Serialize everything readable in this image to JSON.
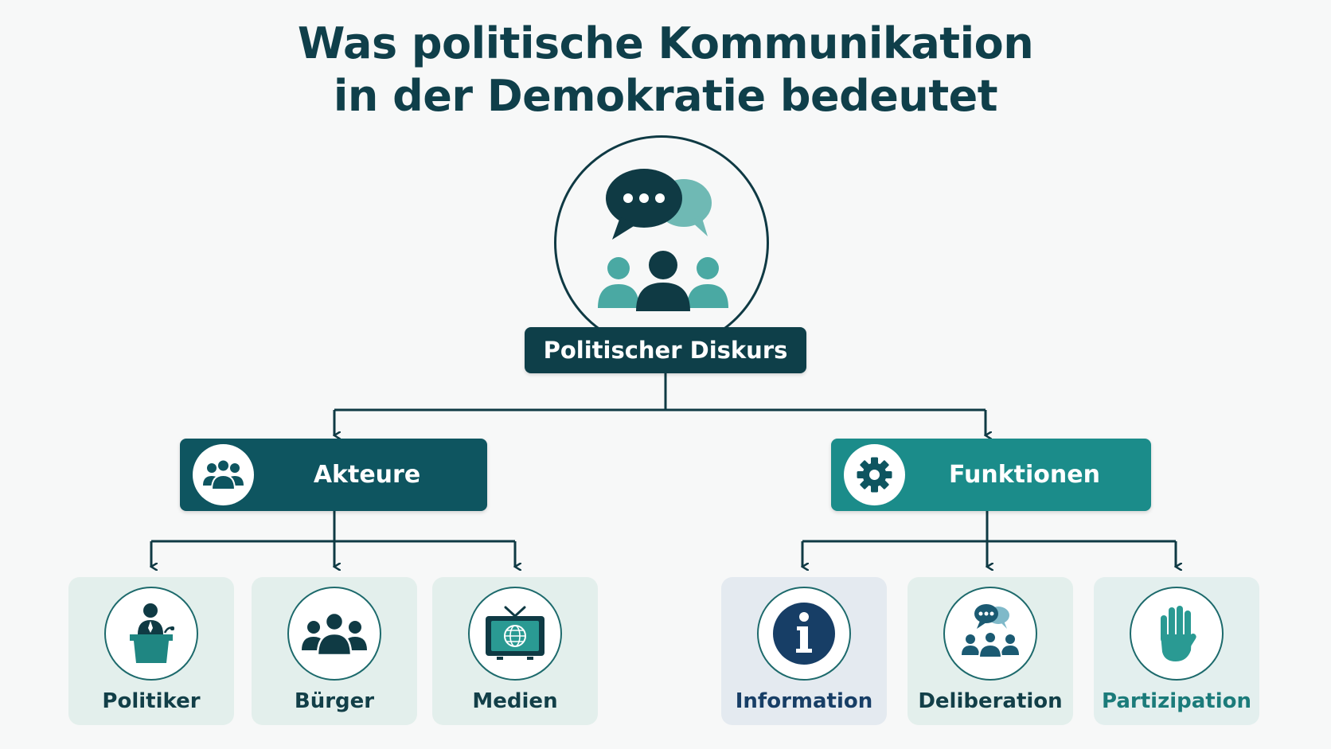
{
  "title": {
    "line1": "Was politische Kommunikation",
    "line2": "in der Demokratie bedeutet"
  },
  "root": {
    "label": "Politischer Diskurs",
    "icon": "speech-bubbles-and-people-icon"
  },
  "categories": [
    {
      "label": "Akteure",
      "icon": "group-icon",
      "color": "#0e5560",
      "children": [
        {
          "label": "Politiker",
          "icon": "speaker-podium-icon"
        },
        {
          "label": "Bürger",
          "icon": "citizens-group-icon"
        },
        {
          "label": "Medien",
          "icon": "tv-globe-icon"
        }
      ]
    },
    {
      "label": "Funktionen",
      "icon": "gear-icon",
      "color": "#1b8c8a",
      "children": [
        {
          "label": "Information",
          "icon": "info-icon"
        },
        {
          "label": "Deliberation",
          "icon": "discussion-icon"
        },
        {
          "label": "Partizipation",
          "icon": "raised-hand-icon"
        }
      ]
    }
  ],
  "colors": {
    "dark_navy": "#0e3f49",
    "dark_teal": "#0e5560",
    "teal": "#1b8c8a",
    "light_teal": "#6fb9b4",
    "background": "#f7f8f8"
  }
}
